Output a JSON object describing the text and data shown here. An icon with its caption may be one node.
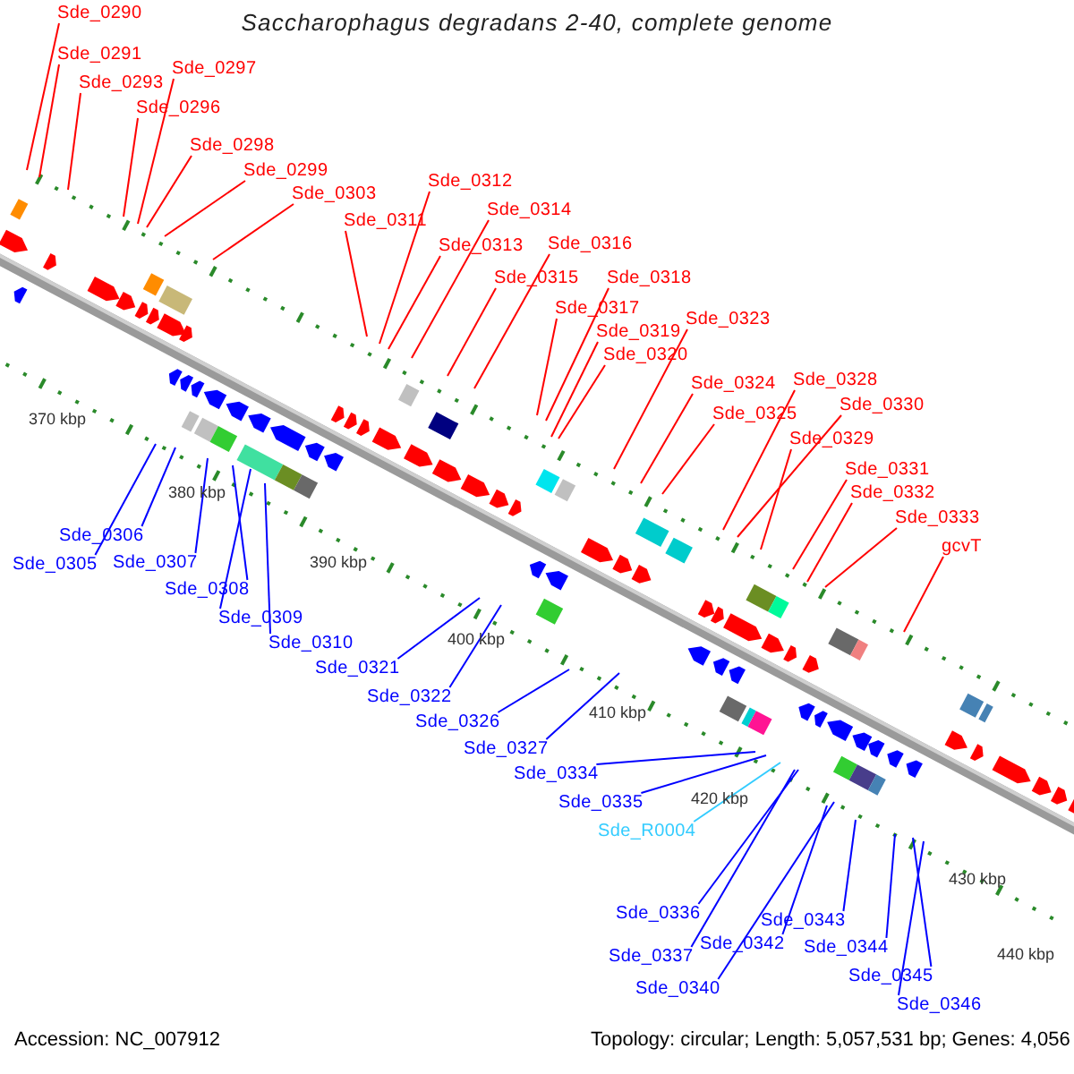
{
  "diagram": {
    "title": "Saccharophagus degradans 2-40, complete genome",
    "nodes": [
      {
        "text": [
          "Sde_0290"
        ]
      },
      {
        "text": [
          "Sde_0291"
        ]
      },
      {
        "text": [
          "Sde_0293"
        ]
      },
      {
        "text": [
          "Sde_0297"
        ]
      },
      {
        "text": [
          "Sde_0296"
        ]
      },
      {
        "text": [
          "Sde_0298"
        ]
      },
      {
        "text": [
          "Sde_0299"
        ]
      },
      {
        "text": [
          "Sde_0303"
        ]
      },
      {
        "text": [
          "Sde_0312"
        ]
      },
      {
        "text": [
          "Sde_0311"
        ]
      },
      {
        "text": [
          "Sde_0314"
        ]
      },
      {
        "text": [
          "Sde_0313"
        ]
      },
      {
        "text": [
          "Sde_0316"
        ]
      },
      {
        "text": [
          "Sde_0315"
        ]
      },
      {
        "text": [
          "Sde_0318"
        ]
      },
      {
        "text": [
          "Sde_0317"
        ]
      },
      {
        "text": [
          "Sde_0323"
        ]
      },
      {
        "text": [
          "Sde_0319"
        ]
      },
      {
        "text": [
          "Sde_0320"
        ]
      },
      {
        "text": [
          "Sde_0328"
        ]
      },
      {
        "text": [
          "Sde_0324"
        ]
      },
      {
        "text": [
          "Sde_0330"
        ]
      },
      {
        "text": [
          "Sde_0325"
        ]
      },
      {
        "text": [
          "Sde_0329"
        ]
      },
      {
        "text": [
          "Sde_0331"
        ]
      },
      {
        "text": [
          "Sde_0332"
        ]
      },
      {
        "text": [
          "Sde_0333"
        ]
      },
      {
        "text": [
          "gcvT"
        ]
      },
      {
        "text": [
          "Sde_0306"
        ]
      },
      {
        "text": [
          "Sde_0305"
        ]
      },
      {
        "text": [
          "Sde_0307"
        ]
      },
      {
        "text": [
          "Sde_0308"
        ]
      },
      {
        "text": [
          "Sde_0309"
        ]
      },
      {
        "text": [
          "Sde_0310"
        ]
      },
      {
        "text": [
          "Sde_0321"
        ]
      },
      {
        "text": [
          "Sde_0322"
        ]
      },
      {
        "text": [
          "Sde_0326"
        ]
      },
      {
        "text": [
          "Sde_0327"
        ]
      },
      {
        "text": [
          "Sde_0334"
        ]
      },
      {
        "text": [
          "Sde_0335"
        ]
      },
      {
        "text": [
          "Sde_R0004"
        ]
      },
      {
        "text": [
          "Sde_0336"
        ]
      },
      {
        "text": [
          "Sde_0342"
        ]
      },
      {
        "text": [
          "Sde_0337"
        ]
      },
      {
        "text": [
          "Sde_0343"
        ]
      },
      {
        "text": [
          "Sde_0344"
        ]
      },
      {
        "text": [
          "Sde_0345"
        ]
      },
      {
        "text": [
          "Sde_0340"
        ]
      },
      {
        "text": [
          "Sde_0346"
        ]
      }
    ],
    "edges": [
      {
        "from": 0,
        "to": null,
        "arrow": "none"
      },
      {
        "from": 1,
        "to": null,
        "arrow": "none"
      },
      {
        "from": 2,
        "to": null,
        "arrow": "none"
      },
      {
        "from": 3,
        "to": null,
        "arrow": "none"
      },
      {
        "from": 4,
        "to": null,
        "arrow": "none"
      },
      {
        "from": 5,
        "to": null,
        "arrow": "none"
      },
      {
        "from": 6,
        "to": null,
        "arrow": "none"
      },
      {
        "from": 7,
        "to": null,
        "arrow": "none"
      },
      {
        "from": 8,
        "to": null,
        "arrow": "none"
      },
      {
        "from": 9,
        "to": null,
        "arrow": "none"
      },
      {
        "from": 10,
        "to": null,
        "arrow": "none"
      },
      {
        "from": 11,
        "to": null,
        "arrow": "none"
      },
      {
        "from": 12,
        "to": null,
        "arrow": "none"
      },
      {
        "from": 13,
        "to": null,
        "arrow": "none"
      },
      {
        "from": 14,
        "to": null,
        "arrow": "none"
      },
      {
        "from": 15,
        "to": null,
        "arrow": "none"
      },
      {
        "from": 16,
        "to": null,
        "arrow": "none"
      },
      {
        "from": 17,
        "to": null,
        "arrow": "none"
      },
      {
        "from": 18,
        "to": null,
        "arrow": "none"
      },
      {
        "from": 19,
        "to": null,
        "arrow": "none"
      },
      {
        "from": 20,
        "to": null,
        "arrow": "none"
      },
      {
        "from": 21,
        "to": null,
        "arrow": "none"
      },
      {
        "from": 22,
        "to": null,
        "arrow": "none"
      },
      {
        "from": 23,
        "to": null,
        "arrow": "none"
      },
      {
        "from": 24,
        "to": null,
        "arrow": "none"
      },
      {
        "from": 25,
        "to": null,
        "arrow": "none"
      },
      {
        "from": 26,
        "to": null,
        "arrow": "none"
      },
      {
        "from": 27,
        "to": null,
        "arrow": "none"
      },
      {
        "from": 28,
        "to": null,
        "arrow": "none",
        "color": "#0000ff"
      },
      {
        "from": 29,
        "to": null,
        "arrow": "none",
        "color": "#0000ff"
      },
      {
        "from": 30,
        "to": null,
        "arrow": "none",
        "color": "#0000ff"
      },
      {
        "from": 31,
        "to": null,
        "arrow": "none",
        "color": "#0000ff"
      },
      {
        "from": 32,
        "to": null,
        "arrow": "none",
        "color": "#0000ff"
      },
      {
        "from": 33,
        "to": null,
        "arrow": "none",
        "color": "#0000ff"
      },
      {
        "from": 34,
        "to": null,
        "arrow": "none",
        "color": "#0000ff"
      },
      {
        "from": 35,
        "to": null,
        "arrow": "none",
        "color": "#0000ff"
      },
      {
        "from": 36,
        "to": null,
        "arrow": "none",
        "color": "#0000ff"
      },
      {
        "from": 37,
        "to": null,
        "arrow": "none",
        "color": "#0000ff"
      },
      {
        "from": 38,
        "to": null,
        "arrow": "none",
        "color": "#0000ff"
      },
      {
        "from": 39,
        "to": null,
        "arrow": "none",
        "color": "#0000ff"
      },
      {
        "from": 40,
        "to": null,
        "arrow": "none",
        "color": "#33ccff"
      },
      {
        "from": 41,
        "to": null,
        "arrow": "none",
        "color": "#0000ff"
      },
      {
        "from": 42,
        "to": null,
        "arrow": "none",
        "color": "#0000ff"
      },
      {
        "from": 43,
        "to": null,
        "arrow": "none",
        "color": "#0000ff"
      },
      {
        "from": 44,
        "to": null,
        "arrow": "none",
        "color": "#0000ff"
      },
      {
        "from": 45,
        "to": null,
        "arrow": "none",
        "color": "#0000ff"
      },
      {
        "from": 46,
        "to": null,
        "arrow": "none",
        "color": "#0000ff"
      },
      {
        "from": 47,
        "to": null,
        "arrow": "none",
        "color": "#0000ff"
      },
      {
        "from": 48,
        "to": null,
        "arrow": "none",
        "color": "#0000ff"
      }
    ],
    "labels": [
      "370 kbp",
      "380 kbp",
      "390 kbp",
      "400 kbp",
      "410 kbp",
      "420 kbp",
      "430 kbp",
      "440 kbp",
      "Accession: NC_007912",
      "Topology: circular; Length: 5,057,531 bp; Genes: 4,056"
    ]
  }
}
